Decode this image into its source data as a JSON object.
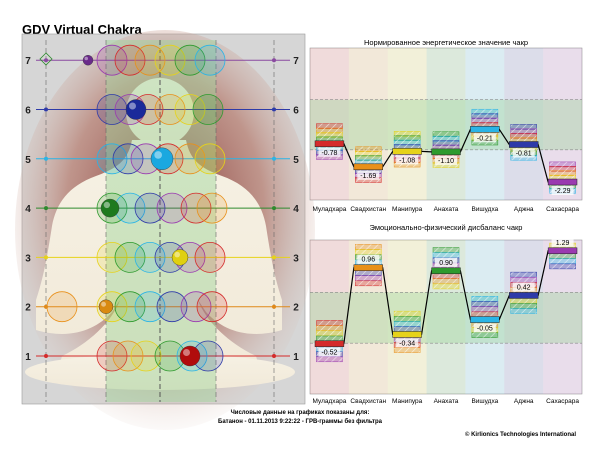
{
  "app": {
    "title": "GDV Virtual Chakra",
    "footer_line1": "Числовые данные на графиках показаны для:",
    "footer_line2": "Батанон - 01.11.2013 9:22:22 - ГРВ-граммы без фильтра",
    "copyright": "© Kirlionics Technologies International"
  },
  "chakra_levels": [
    "1",
    "2",
    "3",
    "4",
    "5",
    "6",
    "7"
  ],
  "chakra_line_colors": [
    "#d42b2b",
    "#e08a1a",
    "#e6d21a",
    "#2e8a2e",
    "#2ab4e6",
    "#2e3aa8",
    "#8a4aa0"
  ],
  "body_figure": {
    "spheres": [
      {
        "level": "1",
        "color": "#b00c0c"
      },
      {
        "level": "2",
        "color": "#d98a10"
      },
      {
        "level": "3",
        "color": "#e0d010"
      },
      {
        "level": "4",
        "color": "#1e7a1e"
      },
      {
        "level": "5",
        "color": "#1aa8e0"
      },
      {
        "level": "6",
        "color": "#1a2a9a"
      },
      {
        "level": "7",
        "color": "#6a2a8a"
      }
    ]
  },
  "chart_data": [
    {
      "type": "line",
      "title": "Нормированное энергетическое значение чакр",
      "categories": [
        "Муладхара",
        "Свадхистан",
        "Манипура",
        "Анахата",
        "Вишудха",
        "Аджна",
        "Сахасрара"
      ],
      "values": [
        -0.78,
        -1.69,
        -1.08,
        -1.1,
        -0.21,
        -0.81,
        -2.29
      ],
      "value_labels": [
        "-0.78",
        "-1.69",
        "-1.08",
        "-1.10",
        "-0.21",
        "-0.81",
        "-2.29"
      ],
      "ylim": [
        -3,
        3
      ],
      "grid": false
    },
    {
      "type": "line",
      "title": "Эмоционально-физический дисбаланс чакр",
      "categories": [
        "Муладхара",
        "Свадхистан",
        "Манипура",
        "Анахата",
        "Вишудха",
        "Аджна",
        "Сахасрара"
      ],
      "values": [
        -0.52,
        0.96,
        -0.34,
        0.9,
        -0.05,
        0.42,
        1.29
      ],
      "value_labels": [
        "-0.52",
        "0.96",
        "-0.34",
        "0.90",
        "-0.05",
        "0.42",
        "1.29"
      ],
      "ylim": [
        -1.5,
        1.5
      ],
      "grid": false
    }
  ],
  "chakra_colors": [
    "#d42b2b",
    "#e8901a",
    "#e6d21a",
    "#2e9a2e",
    "#2ab4e6",
    "#2e3aa8",
    "#9a3ab0"
  ]
}
